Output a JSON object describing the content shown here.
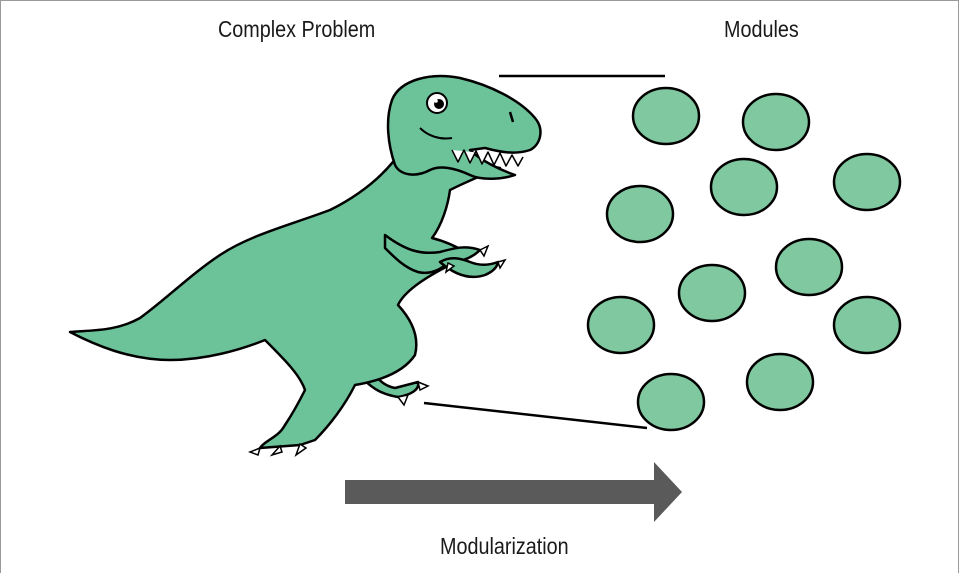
{
  "labels": {
    "complex_problem": "Complex Problem",
    "modules": "Modules",
    "modularization": "Modularization"
  },
  "colors": {
    "module_fill": "#80c9a0",
    "dino_fill": "#6cc39a",
    "arrow_fill": "#5a5a5a",
    "outline": "#000000"
  },
  "modules": {
    "count": 11
  }
}
